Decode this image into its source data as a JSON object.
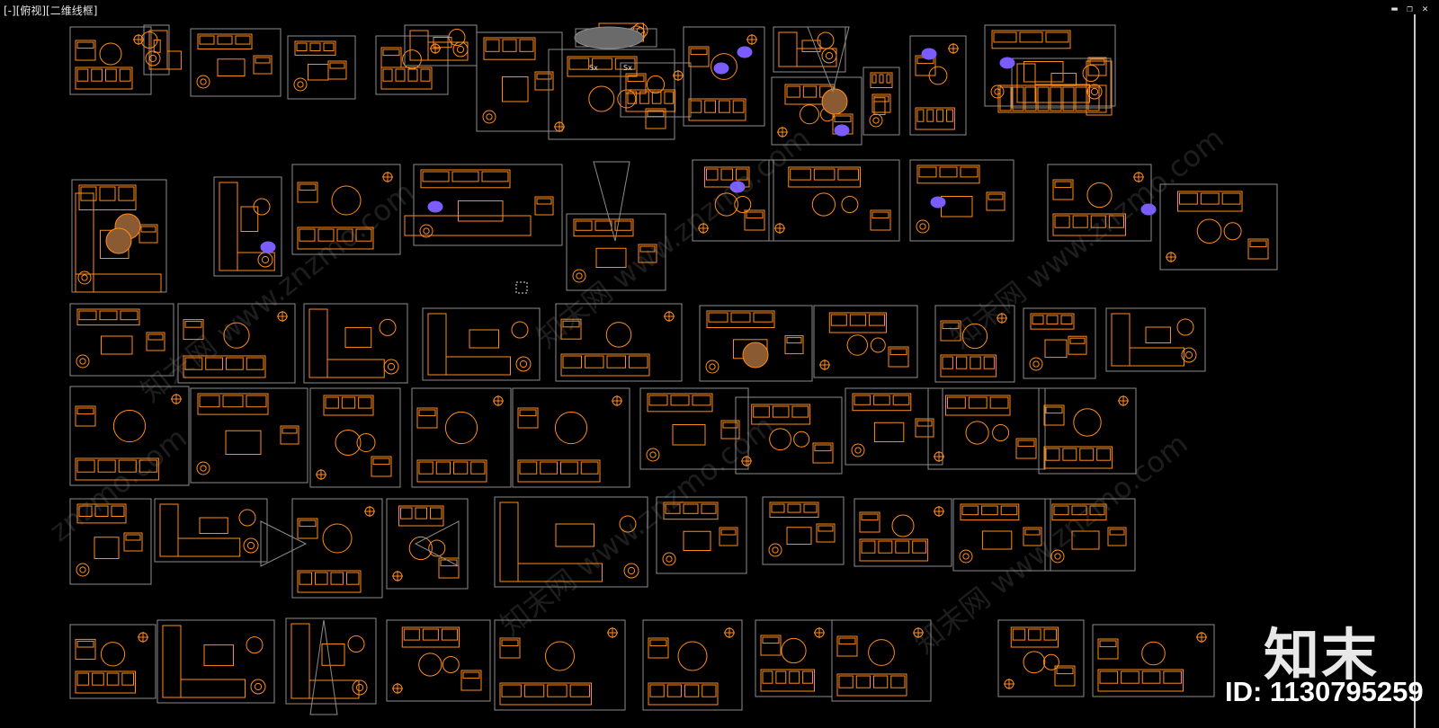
{
  "viewport": {
    "label": "[-][俯视][二维线框]",
    "controls": {
      "minimize": "▬",
      "restore": "❐",
      "close": "✕"
    }
  },
  "drawing": {
    "description_name": "furniture-floor-plan-blocks",
    "colors": {
      "background": "#000000",
      "outline": "#8c8c8c",
      "furniture": "#ff8c1a",
      "accent": "#7a5cff",
      "white": "#e6e6e6"
    },
    "small_labels": [
      "Sx",
      "Sx"
    ]
  },
  "watermark": {
    "logo": "知末",
    "id_text": "ID: 1130795259",
    "texts": [
      "知末网 www.znzmo.com",
      "znzmo.com"
    ]
  }
}
